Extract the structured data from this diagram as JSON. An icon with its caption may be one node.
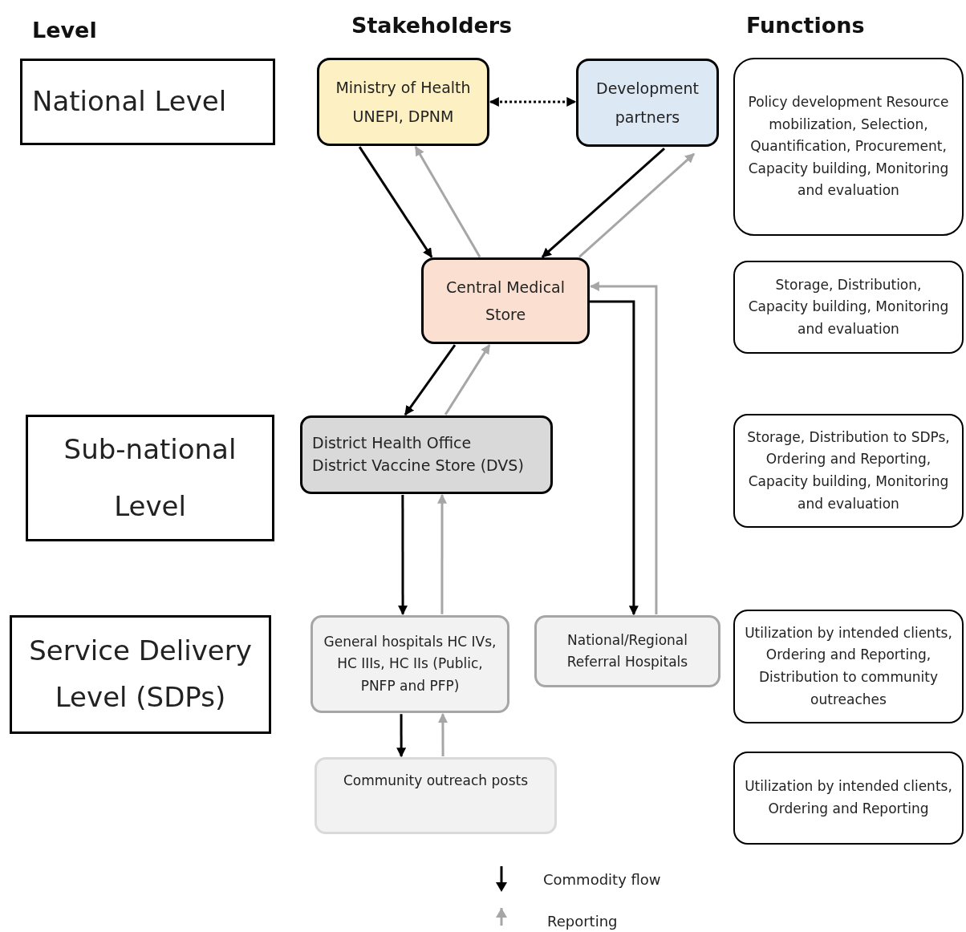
{
  "diagram": {
    "nodes": [
      {
        "text": [
          "National Level"
        ]
      },
      {
        "text": [
          "Sub-national Level"
        ]
      },
      {
        "text": [
          "Service Delivery Level (SDPs)"
        ]
      },
      {
        "text": [
          "Ministry of Health UNEPI, DPNM"
        ]
      },
      {
        "text": [
          "Development partners"
        ]
      },
      {
        "text": [
          "Central Medical Store"
        ]
      },
      {
        "text": [
          "District Health Office",
          "District Vaccine Store (DVS)"
        ]
      },
      {
        "text": [
          "General hospitals HC IVs, HC IIIs, HC IIs (Public, PNFP and PFP)"
        ]
      },
      {
        "text": [
          "National/Regional Referral Hospitals"
        ]
      },
      {
        "text": [
          "Community outreach posts"
        ]
      },
      {
        "text": [
          "Policy development Resource mobilization, Selection, Quantification, Procurement, Capacity building, Monitoring and evaluation"
        ]
      },
      {
        "text": [
          "Storage, Distribution, Capacity building, Monitoring and evaluation"
        ]
      },
      {
        "text": [
          "Storage, Distribution to SDPs, Ordering and Reporting, Capacity building, Monitoring and evaluation"
        ]
      },
      {
        "text": [
          "Utilization by intended clients, Ordering and Reporting, Distribution to community outreaches"
        ]
      },
      {
        "text": [
          "Utilization by intended clients, Ordering and Reporting"
        ]
      }
    ],
    "edges": [
      {
        "from": 3,
        "to": 4,
        "arrow": "both",
        "style": "dashed"
      },
      {
        "from": 3,
        "to": 5,
        "arrow": "to"
      },
      {
        "from": 5,
        "to": 3,
        "arrow": "to",
        "color": "#a6a6a6"
      },
      {
        "from": 4,
        "to": 5,
        "arrow": "to"
      },
      {
        "from": 5,
        "to": 4,
        "arrow": "to",
        "color": "#a6a6a6"
      },
      {
        "from": 5,
        "to": 6,
        "arrow": "to"
      },
      {
        "from": 6,
        "to": 5,
        "arrow": "to",
        "color": "#a6a6a6"
      },
      {
        "from": 5,
        "to": 8,
        "arrow": "to"
      },
      {
        "from": 8,
        "to": 5,
        "arrow": "to",
        "color": "#a6a6a6"
      },
      {
        "from": 6,
        "to": 7,
        "arrow": "to"
      },
      {
        "from": 7,
        "to": 6,
        "arrow": "to",
        "color": "#a6a6a6"
      },
      {
        "from": 7,
        "to": 9,
        "arrow": "to"
      },
      {
        "from": 9,
        "to": 7,
        "arrow": "to",
        "color": "#a6a6a6"
      }
    ],
    "labels": [
      "Level",
      "Stakeholders",
      "Functions"
    ],
    "legend": [
      {
        "text": "Commodity flow"
      },
      {
        "text": "Reporting"
      }
    ]
  }
}
